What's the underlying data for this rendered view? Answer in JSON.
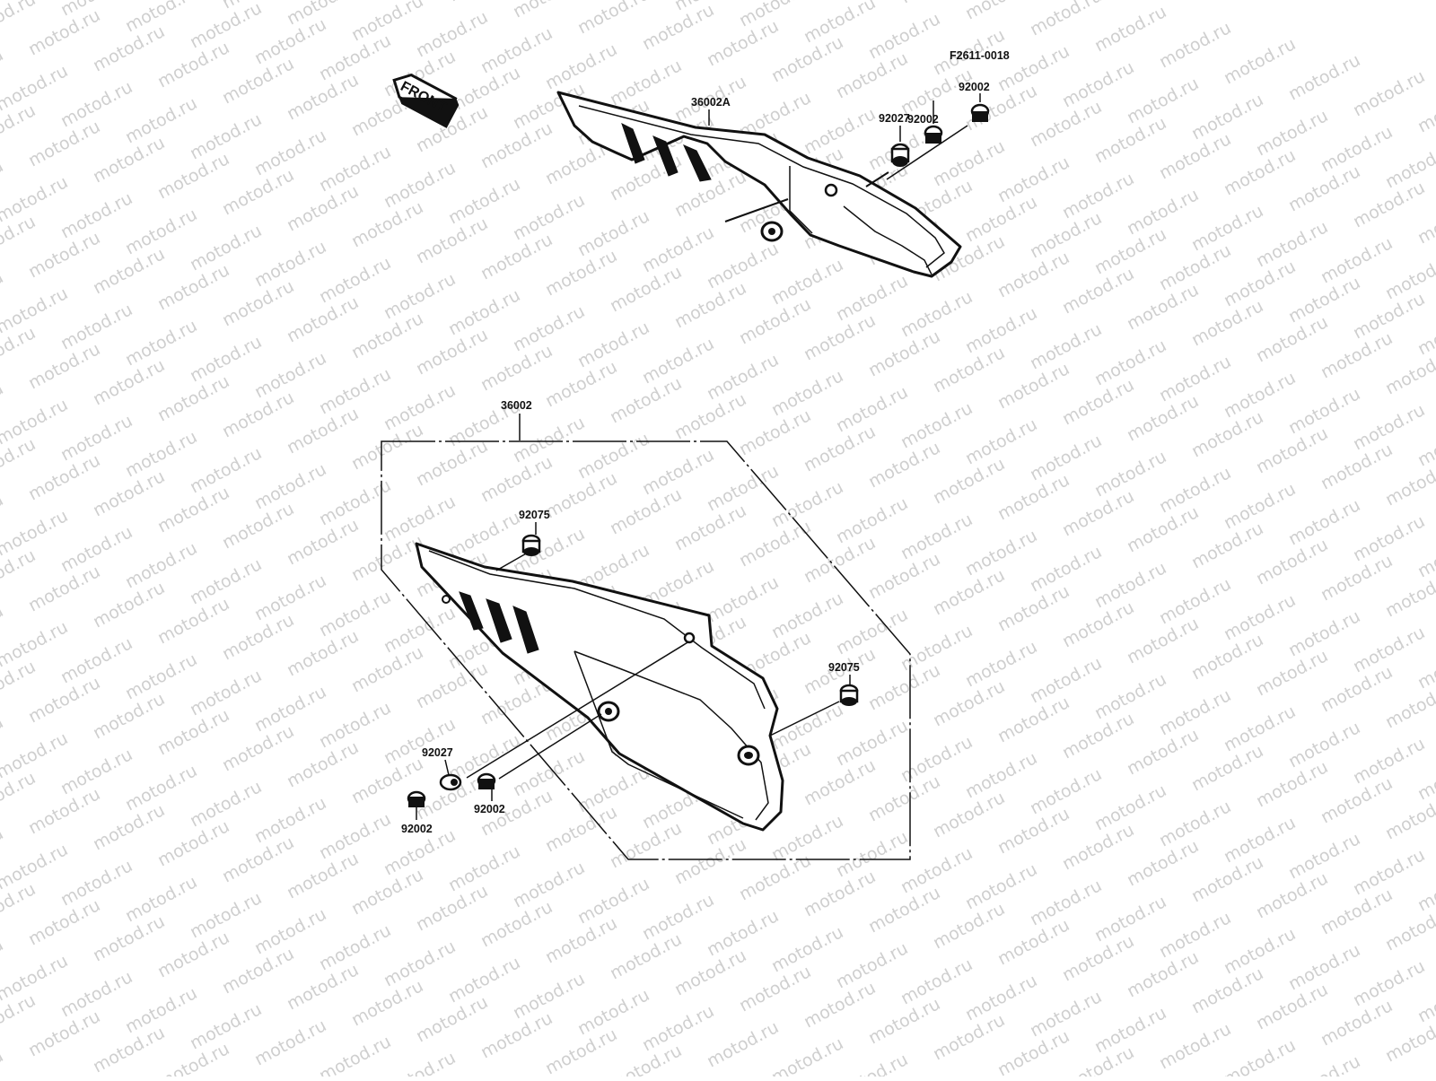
{
  "diagram_code": "F2611-0018",
  "front_label": "FRONT",
  "watermark": "motod.ru",
  "parts": {
    "upper_cover": "36002A",
    "upper_bolt_a": "92002",
    "upper_bolt_b": "92002",
    "upper_collar": "92027",
    "lower_assembly": "36002",
    "lower_grommet_a": "92075",
    "lower_grommet_b": "92075",
    "lower_collar": "92027",
    "lower_bolt_a": "92002",
    "lower_bolt_b": "92002"
  }
}
